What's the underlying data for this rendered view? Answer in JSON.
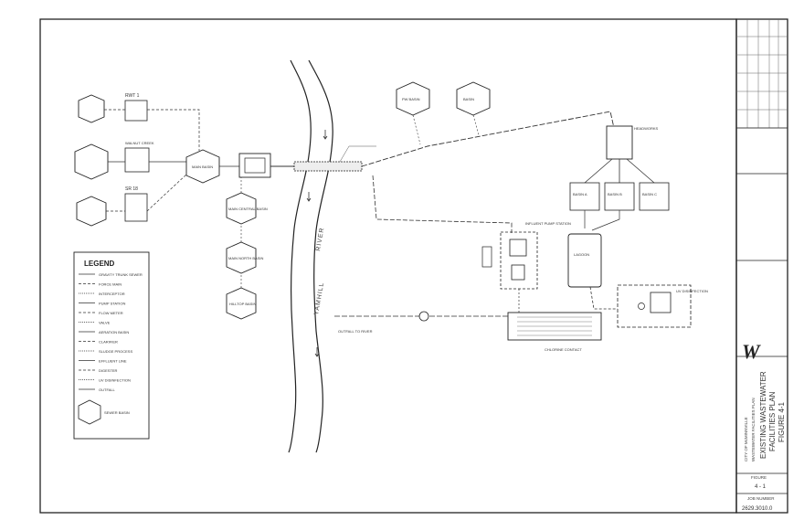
{
  "pump_stations": {
    "rwt_1": {
      "name": "RWT 1"
    },
    "walnut_creek": {
      "name": "WALNUT CREEK"
    },
    "sr_18": {
      "name": "SR 18"
    },
    "main_basin": {
      "name": "MAIN BASIN"
    },
    "main_central": {
      "name": "MAIN CENTRAL BASIN"
    },
    "main_north": {
      "name": "MAIN NORTH BASIN"
    },
    "hilltop": {
      "name": "HILLTOP BASIN"
    },
    "pw_basin": {
      "name": "PW BASIN"
    },
    "basin_south": {
      "name": "BASIN"
    }
  },
  "river": {
    "name": "YAMHILL",
    "name2": "RIVER"
  },
  "legend": {
    "title": "LEGEND",
    "items": [
      "GRAVITY TRUNK SEWER",
      "FORCE MAIN",
      "INTERCEPTOR",
      "PUMP STATION",
      "FLOW METER",
      "VALVE",
      "AERATION BASIN",
      "CLARIFIER",
      "SLUDGE PROCESS",
      "EFFLUENT LINE",
      "DIGESTER",
      "UV DISINFECTION",
      "OUTFALL"
    ],
    "symbol_label": "SEWER BASIN"
  },
  "labels": {
    "headworks": "HEADWORKS",
    "influent_pump": "INFLUENT PUMP STATION",
    "treatment_basins": [
      "BASIN A",
      "BASIN B",
      "BASIN C"
    ],
    "lagoon": "LAGOON",
    "uv": "UV DISINFECTION",
    "outfall": "OUTFALL TO RIVER",
    "chlorine": "CHLORINE CONTACT"
  },
  "title_block": {
    "owner_line": "CITY OF McMINNVILLE",
    "subtitle_line": "WASTEWATER FACILITIES PLAN",
    "title1": "EXISTING WASTEWATER",
    "title2": "FACILITIES PLAN",
    "title3": "FIGURE 4-1",
    "figure_label": "FIGURE",
    "figure_no": "4 - 1",
    "job_label": "JOB NUMBER",
    "job_no": "2629.3010.0",
    "logo": "W"
  }
}
